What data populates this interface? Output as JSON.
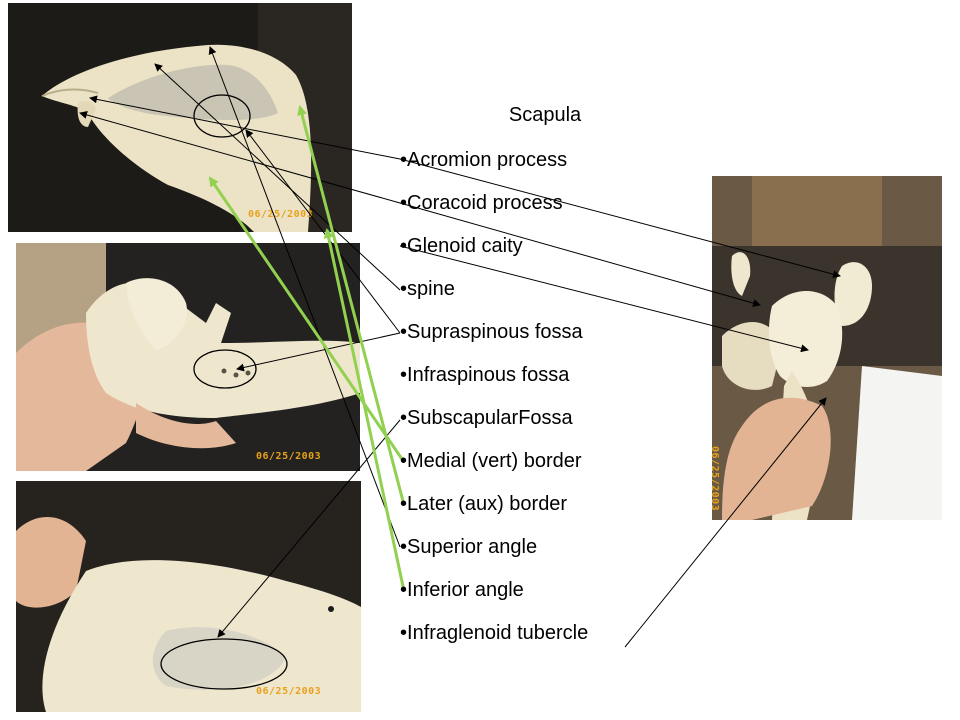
{
  "title": "Scapula",
  "labels": [
    "Acromion process",
    "Coracoid process",
    "Glenoid caity",
    "spine",
    "Supraspinous fossa",
    "Infraspinous fossa",
    "SubscapularFossa",
    "Medial (vert) border",
    "Later (aux) border",
    "Superior angle",
    "Inferior angle",
    "Infraglenoid tubercle"
  ],
  "photos": {
    "top_left_stamp": "06/25/2003",
    "middle_left_stamp": "06/25/2003",
    "bottom_left_stamp": "06/25/2003",
    "right_stamp": "06/25/2003"
  },
  "colors": {
    "leader_line": "#000000",
    "border_line": "#92d050",
    "bone": "#efe6c8",
    "date_stamp": "#e7a21c"
  }
}
